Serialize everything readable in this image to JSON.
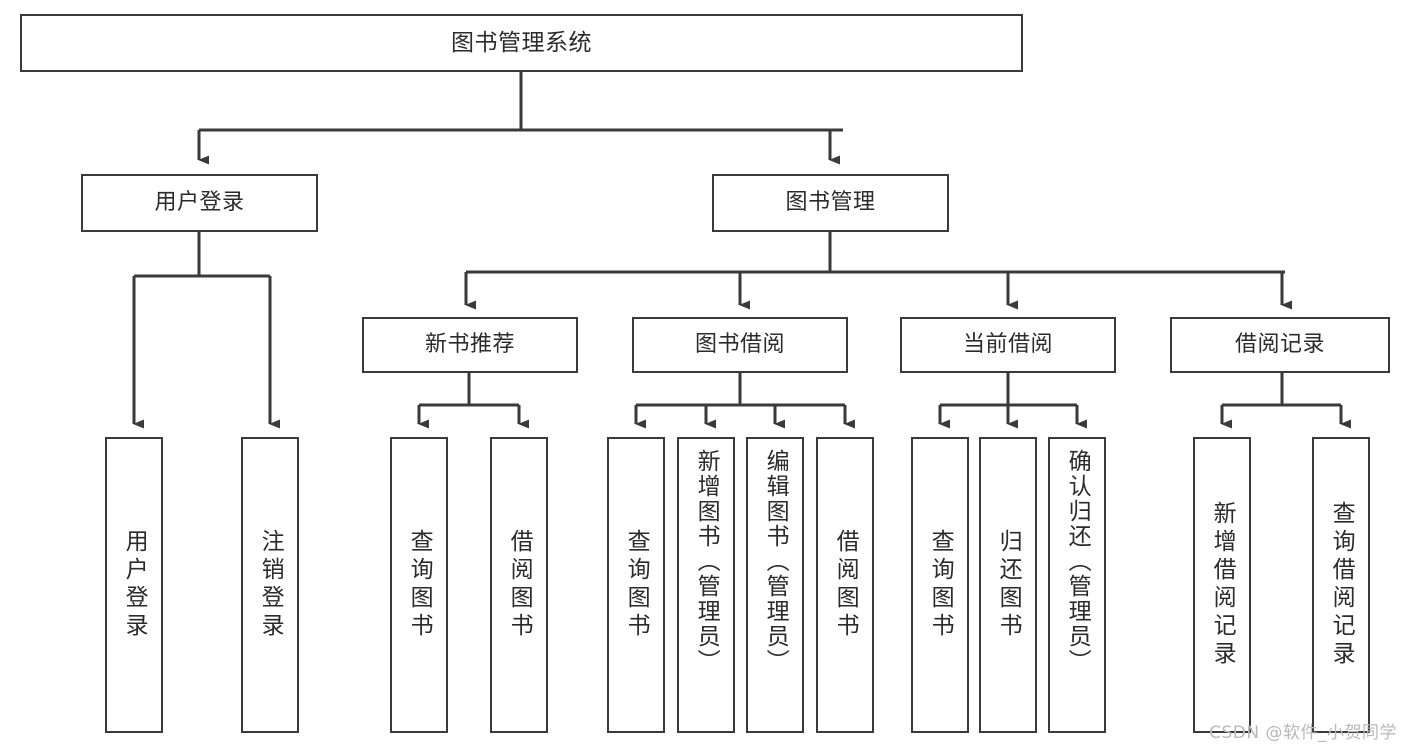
{
  "diagram": {
    "title": "图书管理系统",
    "type": "tree-hierarchy",
    "watermark": "CSDN @软件_小贺同学",
    "colors": {
      "box_border": "#3a3a3a",
      "box_fill": "#ffffff",
      "connector": "#3a3a3a",
      "text": "#2b2b2b",
      "watermark": "#b9b9b9",
      "background": "#ffffff"
    },
    "nodes": {
      "root": {
        "label": "图书管理系统"
      },
      "level1": [
        {
          "label": "用户登录"
        },
        {
          "label": "图书管理"
        }
      ],
      "level2": [
        {
          "label": "新书推荐"
        },
        {
          "label": "图书借阅"
        },
        {
          "label": "当前借阅"
        },
        {
          "label": "借阅记录"
        }
      ],
      "leaves_user_login": [
        {
          "label": "用户登录"
        },
        {
          "label": "注销登录"
        }
      ],
      "leaves_new_book": [
        {
          "label": "查询图书"
        },
        {
          "label": "借阅图书"
        }
      ],
      "leaves_borrow": [
        {
          "label": "查询图书"
        },
        {
          "label": "新增图书（管理员）"
        },
        {
          "label": "编辑图书（管理员）"
        },
        {
          "label": "借阅图书"
        }
      ],
      "leaves_current": [
        {
          "label": "查询图书"
        },
        {
          "label": "归还图书"
        },
        {
          "label": "确认归还（管理员）"
        }
      ],
      "leaves_records": [
        {
          "label": "新增借阅记录"
        },
        {
          "label": "查询借阅记录"
        }
      ]
    }
  }
}
